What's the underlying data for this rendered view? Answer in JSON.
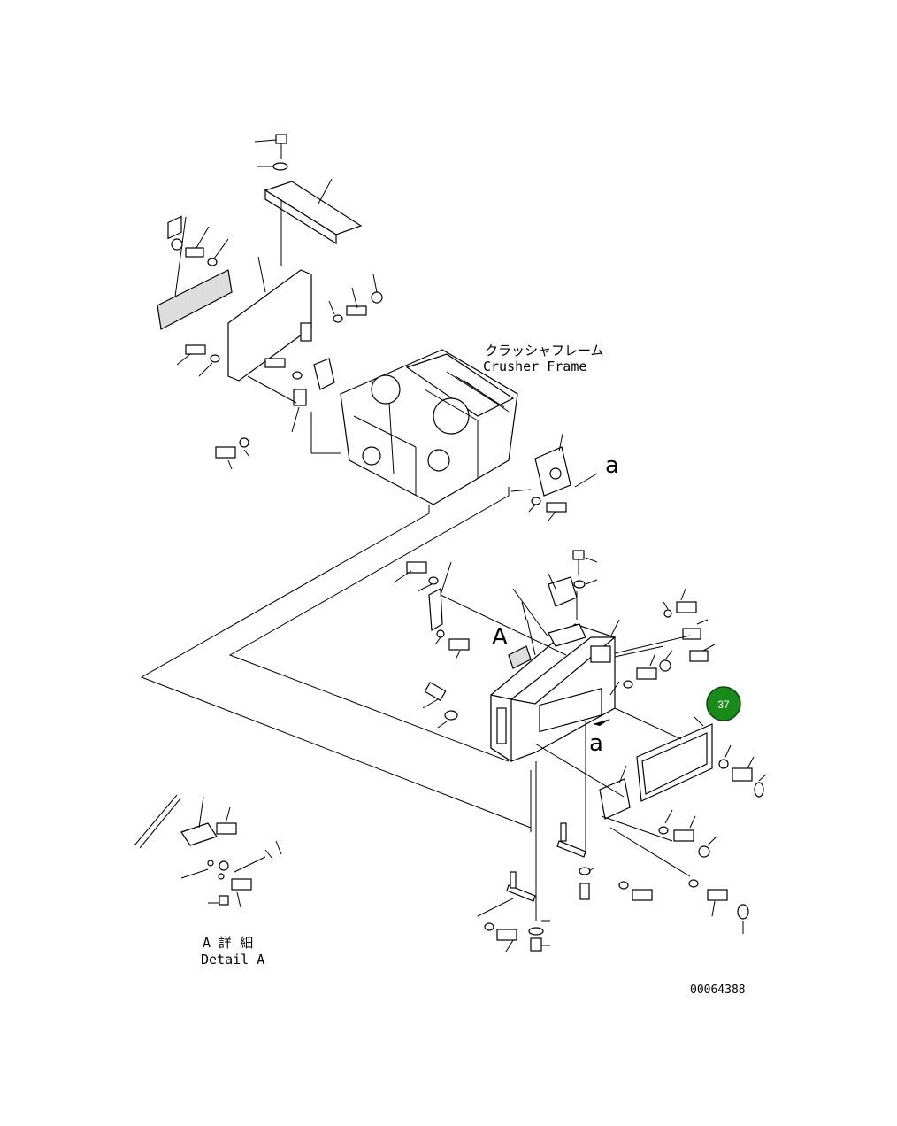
{
  "labels": {
    "crusher_frame_jp": "クラッシャフレーム",
    "crusher_frame_en": "Crusher Frame",
    "detail_jp": "A 詳 細",
    "detail_en": "Detail A",
    "view_a_upper": "a",
    "view_a_lower": "a",
    "view_A": "A",
    "drawing_number": "00064388"
  },
  "callout": {
    "number": "37",
    "color": "#1a8a1a",
    "text_color": "#ffffff"
  },
  "colors": {
    "line": "#000000",
    "background": "#ffffff"
  }
}
